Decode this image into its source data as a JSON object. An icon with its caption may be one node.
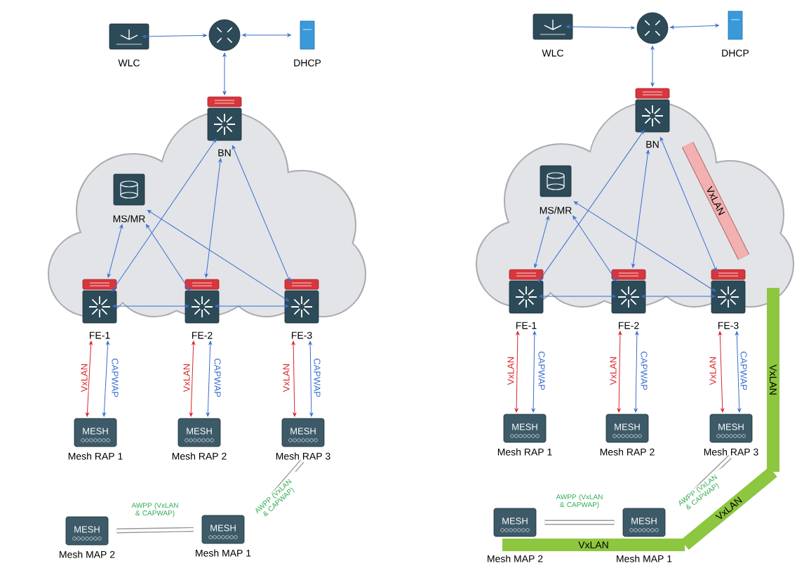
{
  "diagram": {
    "nodes": [
      {
        "text": [
          "WLC"
        ]
      },
      {
        "text": [],
        "shape": "circle"
      },
      {
        "text": [
          "DHCP"
        ]
      },
      {
        "text": [
          "BN"
        ]
      },
      {
        "text": [
          "MS/MR"
        ]
      },
      {
        "text": [
          "FE-1"
        ]
      },
      {
        "text": [
          "FE-2"
        ]
      },
      {
        "text": [
          "FE-3"
        ]
      },
      {
        "text": [
          "MESH",
          "Mesh RAP 1"
        ]
      },
      {
        "text": [
          "MESH",
          "Mesh RAP 2"
        ]
      },
      {
        "text": [
          "MESH",
          "Mesh RAP 3"
        ]
      },
      {
        "text": [
          "MESH",
          "Mesh MAP 2"
        ]
      },
      {
        "text": [
          "MESH",
          "Mesh MAP 1"
        ]
      },
      {
        "text": [
          "WLC"
        ]
      },
      {
        "text": [],
        "shape": "circle"
      },
      {
        "text": [
          "DHCP"
        ]
      },
      {
        "text": [
          "BN"
        ]
      },
      {
        "text": [
          "MS/MR"
        ]
      },
      {
        "text": [
          "FE-1"
        ]
      },
      {
        "text": [
          "FE-2"
        ]
      },
      {
        "text": [
          "FE-3"
        ]
      },
      {
        "text": [
          "MESH",
          "Mesh RAP 1"
        ]
      },
      {
        "text": [
          "MESH",
          "Mesh RAP 2"
        ]
      },
      {
        "text": [
          "MESH",
          "Mesh RAP 3"
        ]
      },
      {
        "text": [
          "MESH",
          "Mesh MAP 2"
        ]
      },
      {
        "text": [
          "MESH",
          "Mesh MAP 1"
        ]
      }
    ],
    "edges": [
      {
        "from": 0,
        "to": 1,
        "arrow": "both"
      },
      {
        "from": 1,
        "to": 2,
        "arrow": "both"
      },
      {
        "from": 1,
        "to": 3,
        "arrow": "both"
      },
      {
        "from": 3,
        "to": 5,
        "arrow": "both"
      },
      {
        "from": 3,
        "to": 6,
        "arrow": "both"
      },
      {
        "from": 3,
        "to": 7,
        "arrow": "both"
      },
      {
        "from": 4,
        "to": 5,
        "arrow": "both"
      },
      {
        "from": 4,
        "to": 6,
        "arrow": "both"
      },
      {
        "from": 4,
        "to": 7,
        "arrow": "both"
      },
      {
        "from": 5,
        "to": 6,
        "arrow": "both"
      },
      {
        "from": 6,
        "to": 7,
        "arrow": "both"
      },
      {
        "from": 5,
        "to": 8,
        "arrow": "both",
        "label": "VxLAN",
        "color": "#d9262b"
      },
      {
        "from": 5,
        "to": 8,
        "arrow": "both",
        "label": "CAPWAP"
      },
      {
        "from": 6,
        "to": 9,
        "arrow": "both",
        "label": "VxLAN",
        "color": "#d9262b"
      },
      {
        "from": 6,
        "to": 9,
        "arrow": "both",
        "label": "CAPWAP"
      },
      {
        "from": 7,
        "to": 10,
        "arrow": "both",
        "label": "VxLAN",
        "color": "#d9262b"
      },
      {
        "from": 7,
        "to": 10,
        "arrow": "both",
        "label": "CAPWAP"
      },
      {
        "from": 11,
        "to": 12,
        "arrow": "none",
        "label": "AWPP (VxLAN & CAPWAP)",
        "style": "thick",
        "color": "#999999"
      },
      {
        "from": 12,
        "to": 10,
        "arrow": "none",
        "label": "AWPP (VxLAN & CAPWAP)",
        "style": "thick",
        "color": "#999999"
      },
      {
        "from": 13,
        "to": 14,
        "arrow": "both"
      },
      {
        "from": 14,
        "to": 15,
        "arrow": "both"
      },
      {
        "from": 14,
        "to": 16,
        "arrow": "both"
      },
      {
        "from": 16,
        "to": 18,
        "arrow": "both"
      },
      {
        "from": 16,
        "to": 19,
        "arrow": "both"
      },
      {
        "from": 16,
        "to": 20,
        "arrow": "both"
      },
      {
        "from": 17,
        "to": 18,
        "arrow": "both"
      },
      {
        "from": 17,
        "to": 19,
        "arrow": "both"
      },
      {
        "from": 17,
        "to": 20,
        "arrow": "both"
      },
      {
        "from": 18,
        "to": 19,
        "arrow": "both"
      },
      {
        "from": 19,
        "to": 20,
        "arrow": "both"
      },
      {
        "from": 18,
        "to": 21,
        "arrow": "both",
        "label": "VxLAN",
        "color": "#d9262b"
      },
      {
        "from": 18,
        "to": 21,
        "arrow": "both",
        "label": "CAPWAP"
      },
      {
        "from": 19,
        "to": 22,
        "arrow": "both",
        "label": "VxLAN",
        "color": "#d9262b"
      },
      {
        "from": 19,
        "to": 22,
        "arrow": "both",
        "label": "CAPWAP"
      },
      {
        "from": 20,
        "to": 23,
        "arrow": "both",
        "label": "VxLAN",
        "color": "#d9262b"
      },
      {
        "from": 20,
        "to": 23,
        "arrow": "both",
        "label": "CAPWAP"
      },
      {
        "from": 24,
        "to": 25,
        "arrow": "none",
        "label": "AWPP (VxLAN & CAPWAP)",
        "style": "thick",
        "color": "#999999"
      },
      {
        "from": 25,
        "to": 23,
        "arrow": "none",
        "label": "AWPP (VxLAN & CAPWAP)",
        "style": "thick",
        "color": "#999999"
      }
    ],
    "labels": [
      "VxLAN",
      "VxLAN",
      "VxLAN",
      "VxLAN"
    ]
  }
}
